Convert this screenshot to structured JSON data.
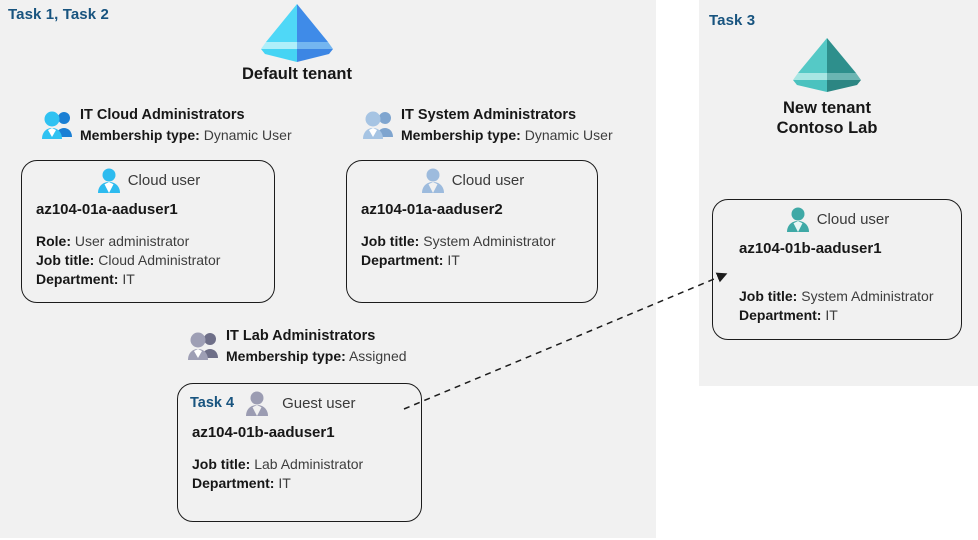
{
  "panels": {
    "left": {
      "task_label": "Task 1, Task 2"
    },
    "right": {
      "task_label": "Task 3"
    }
  },
  "tenants": [
    {
      "icon": "azure-ad-tenant-icon",
      "name": "Default tenant",
      "color_light": "#4FD8F7",
      "color_dark": "#3F8BE8"
    },
    {
      "icon": "azure-ad-tenant-icon",
      "name_line1": "New  tenant",
      "name_line2": "Contoso Lab",
      "color_light": "#59CFCB",
      "color_dark": "#2E8F8C"
    }
  ],
  "groups": [
    {
      "icon": "people-group-icon",
      "title": "IT Cloud Administrators",
      "membership_label": "Membership type:",
      "membership_value": "Dynamic User",
      "color": "#28B7ED"
    },
    {
      "icon": "people-group-icon",
      "title": "IT System Administrators",
      "membership_label": "Membership type:",
      "membership_value": "Dynamic User",
      "color": "#9DBBDD"
    },
    {
      "icon": "people-group-icon",
      "title": "IT Lab Administrators",
      "membership_label": "Membership type:",
      "membership_value": "Assigned",
      "color": "#8E8FA8"
    }
  ],
  "cards": [
    {
      "icon": "cloud-user-icon",
      "user_type": "Cloud user",
      "username": "az104-01a-aaduser1",
      "icon_color": "#2DBBEF",
      "attrs": [
        {
          "label": "Role:",
          "value": "User administrator"
        },
        {
          "label": "Job title:",
          "value": "Cloud Administrator"
        },
        {
          "label": "Department:",
          "value": "IT"
        }
      ]
    },
    {
      "icon": "cloud-user-icon",
      "user_type": "Cloud user",
      "username": "az104-01a-aaduser2",
      "icon_color": "#9DBBDD",
      "attrs": [
        {
          "label": "Job title:",
          "value": "System Administrator"
        },
        {
          "label": "Department:",
          "value": "IT"
        }
      ]
    },
    {
      "icon": "guest-user-icon",
      "task_label": "Task 4",
      "user_type": "Guest user",
      "username": "az104-01b-aaduser1",
      "icon_color": "#9B9CB2",
      "attrs": [
        {
          "label": "Job title:",
          "value": "Lab Administrator"
        },
        {
          "label": "Department:",
          "value": "IT"
        }
      ]
    },
    {
      "icon": "cloud-user-icon",
      "user_type": "Cloud user",
      "username": "az104-01b-aaduser1",
      "icon_color": "#3FA9A6",
      "attrs": [
        {
          "label": "Job title:",
          "value": "System Administrator"
        },
        {
          "label": "Department:",
          "value": "IT"
        }
      ]
    }
  ],
  "connector": {
    "name": "guest-to-cloud-user-arrow",
    "style": "dashed",
    "color": "#1c1c1c"
  },
  "colors": {
    "panel_background": "#f1f1f1",
    "page_background": "#ffffff",
    "task_accent": "#18547F",
    "outline": "#1c1c1c",
    "label_text": "#171717",
    "value_text": "#3d3d3d"
  }
}
